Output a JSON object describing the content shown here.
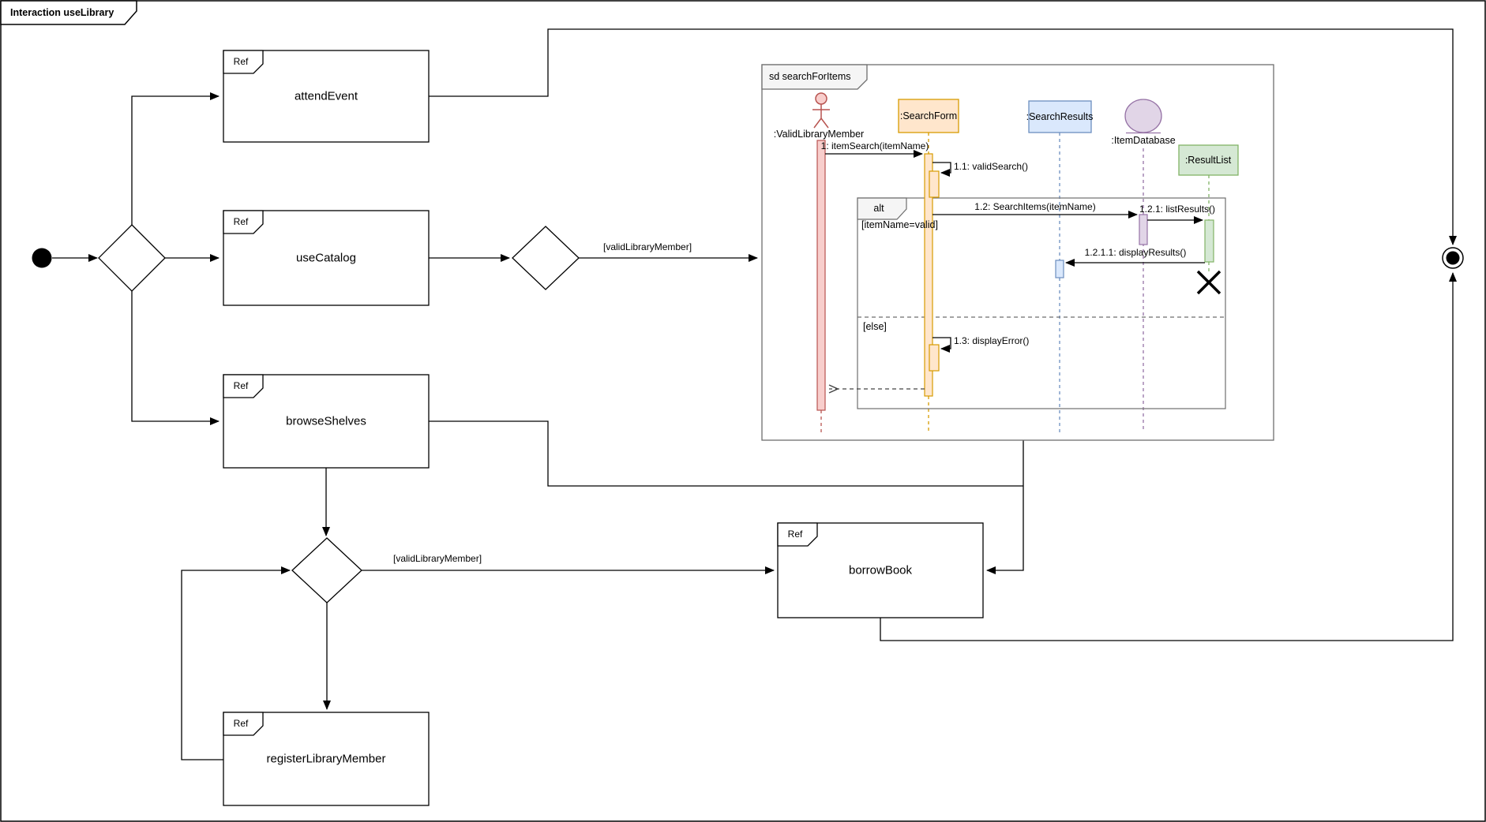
{
  "diagram": {
    "title": "Interaction useLibrary",
    "ref_tab": "Ref",
    "activities": {
      "attend_event": "attendEvent",
      "use_catalog": "useCatalog",
      "browse_shelves": "browseShelves",
      "borrow_book": "borrowBook",
      "register_library_member": "registerLibraryMember"
    },
    "guards": {
      "to_search": "[validLibraryMember]",
      "to_borrow": "[validLibraryMember]"
    }
  },
  "sequence": {
    "frame_label": "sd searchForItems",
    "lifelines": {
      "actor": ":ValidLibraryMember",
      "search_form": ":SearchForm",
      "search_results": ":SearchResults",
      "item_database": ":ItemDatabase",
      "result_list": ":ResultList"
    },
    "messages": {
      "item_search": "1: itemSearch(itemName)",
      "valid_search": "1.1: validSearch()",
      "search_items": "1.2: SearchItems(itemName)",
      "list_results": "1.2.1: listResults()",
      "display_results": "1.2.1.1: displayResults()",
      "display_error": "1.3: displayError()"
    },
    "alt": {
      "operator": "alt",
      "guard_valid": "[itemName=valid]",
      "guard_else": "[else]"
    }
  },
  "colors": {
    "red_stroke": "#b85450",
    "red_fill": "#f8cecc",
    "orange_stroke": "#d79b00",
    "orange_fill": "#ffe6cc",
    "blue_stroke": "#6c8ebf",
    "blue_fill": "#dae8fc",
    "purple_stroke": "#9673a6",
    "purple_fill": "#e1d5e7",
    "green_stroke": "#82b366",
    "green_fill": "#d5e8d4",
    "frame_gray": "#6e6e6e",
    "tab_fill": "#f5f5f5"
  }
}
